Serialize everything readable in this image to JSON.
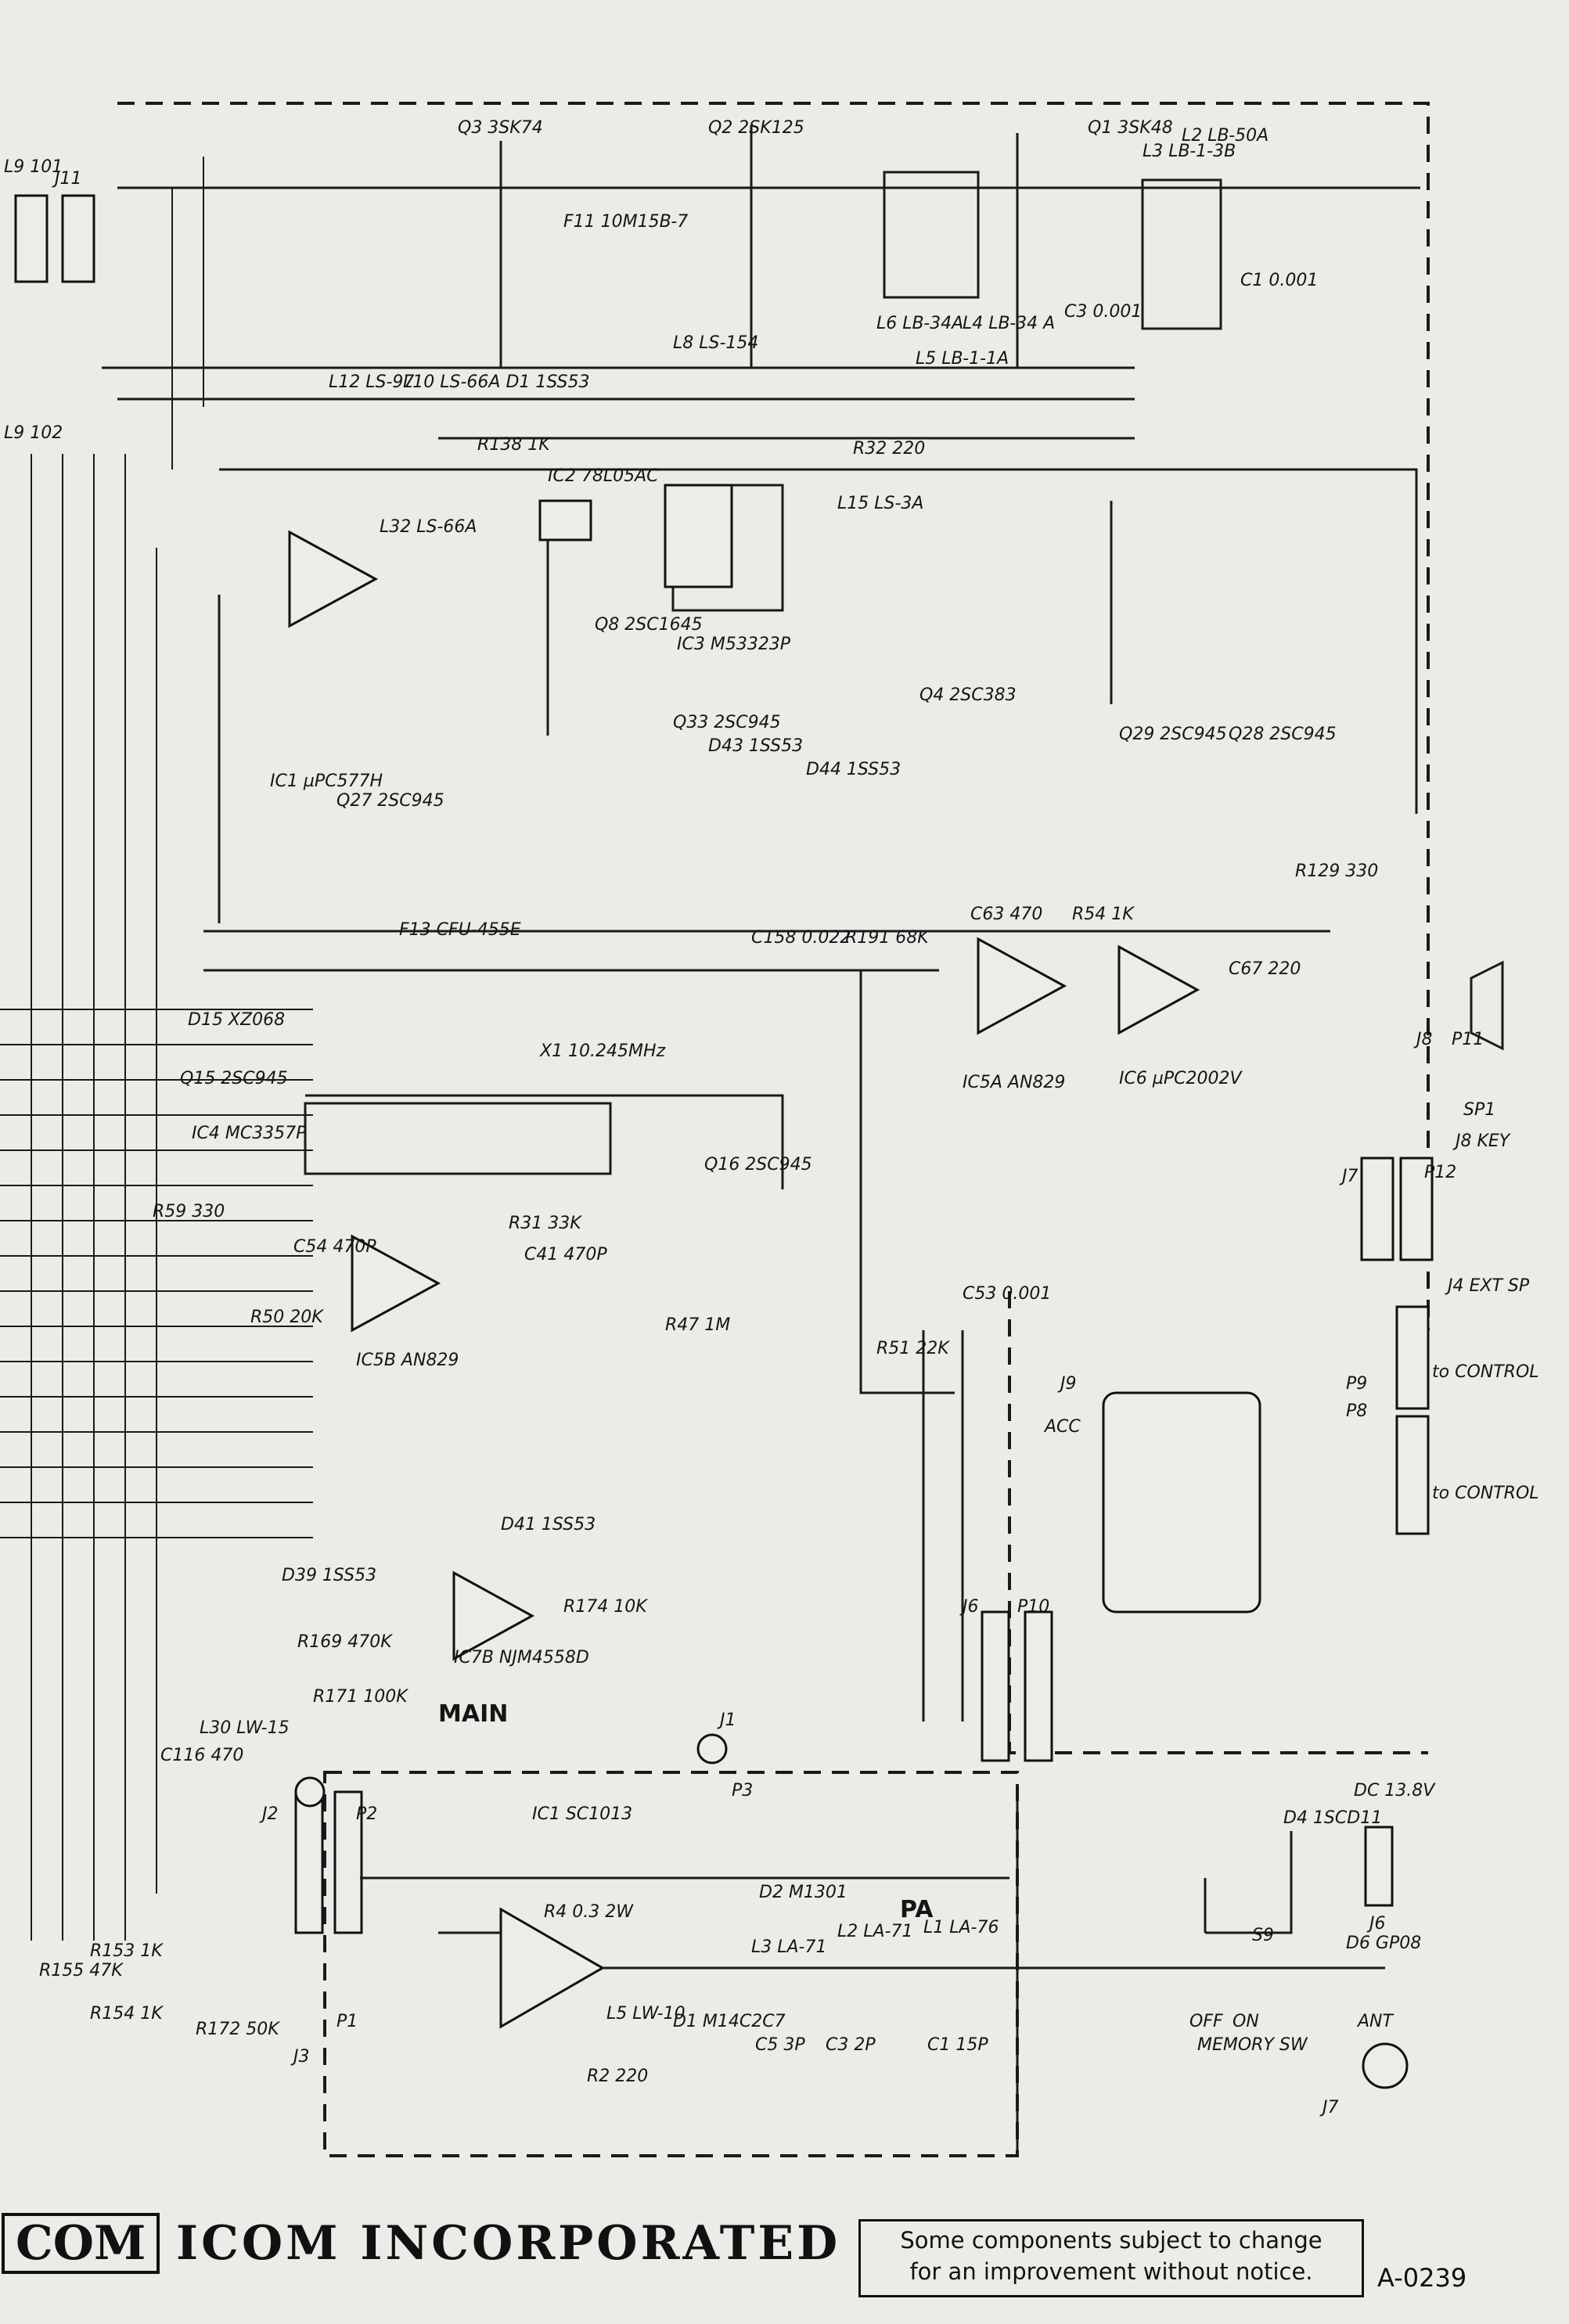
{
  "labels": [
    {
      "id": "q3",
      "text": "Q3 3SK74"
    },
    {
      "id": "q2",
      "text": "Q2 2SK125"
    },
    {
      "id": "q1",
      "text": "Q1 3SK48"
    },
    {
      "id": "l3",
      "text": "L3 LB-1-3B"
    },
    {
      "id": "l2",
      "text": "L2 LB-50A"
    },
    {
      "id": "f11",
      "text": "F11 10M15B-7"
    },
    {
      "id": "j11",
      "text": "J11"
    },
    {
      "id": "l9101",
      "text": "L9 101"
    },
    {
      "id": "l9102",
      "text": "L9 102"
    },
    {
      "id": "l12",
      "text": "L12 LS-97"
    },
    {
      "id": "l10",
      "text": "L10 LS-66A D1 1SS53"
    },
    {
      "id": "l8",
      "text": "L8 LS-154"
    },
    {
      "id": "l6",
      "text": "L6 LB-34A"
    },
    {
      "id": "l4",
      "text": "L4 LB-34 A"
    },
    {
      "id": "l5",
      "text": "L5 LB-1-1A"
    },
    {
      "id": "c1",
      "text": "C1 0.001"
    },
    {
      "id": "c3",
      "text": "C3 0.001"
    },
    {
      "id": "r138",
      "text": "R138 1K"
    },
    {
      "id": "r32",
      "text": "R32 220"
    },
    {
      "id": "ic2",
      "text": "IC2 78L05AC"
    },
    {
      "id": "l15",
      "text": "L15 LS-3A"
    },
    {
      "id": "ic3",
      "text": "IC3 M53323P"
    },
    {
      "id": "q8",
      "text": "Q8 2SC1645"
    },
    {
      "id": "q4",
      "text": "Q4 2SC383"
    },
    {
      "id": "l32",
      "text": "L32 LS-66A"
    },
    {
      "id": "ic1",
      "text": "IC1 µPC577H"
    },
    {
      "id": "q33",
      "text": "Q33 2SC945"
    },
    {
      "id": "d44",
      "text": "D44 1SS53"
    },
    {
      "id": "d43",
      "text": "D43 1SS53"
    },
    {
      "id": "q29",
      "text": "Q29 2SC945"
    },
    {
      "id": "q28",
      "text": "Q28 2SC945"
    },
    {
      "id": "q27",
      "text": "Q27 2SC945"
    },
    {
      "id": "r129",
      "text": "R129 330"
    },
    {
      "id": "f13",
      "text": "F13 CFU-455E"
    },
    {
      "id": "c158",
      "text": "C158 0.022"
    },
    {
      "id": "r191",
      "text": "R191 68K"
    },
    {
      "id": "c63",
      "text": "C63 470"
    },
    {
      "id": "r54",
      "text": "R54 1K"
    },
    {
      "id": "c67",
      "text": "C67 220"
    },
    {
      "id": "q15",
      "text": "Q15 2SC945"
    },
    {
      "id": "d15",
      "text": "D15 XZ068"
    },
    {
      "id": "ic4",
      "text": "IC4 MC3357P"
    },
    {
      "id": "x1",
      "text": "X1 10.245MHz"
    },
    {
      "id": "ic5a",
      "text": "IC5A AN829"
    },
    {
      "id": "ic6",
      "text": "IC6 µPC2002V"
    },
    {
      "id": "q16",
      "text": "Q16 2SC945"
    },
    {
      "id": "r59",
      "text": "R59 330"
    },
    {
      "id": "c54",
      "text": "C54 470P"
    },
    {
      "id": "r50",
      "text": "R50 20K"
    },
    {
      "id": "ic5b",
      "text": "IC5B AN829"
    },
    {
      "id": "c41",
      "text": "C41 470P"
    },
    {
      "id": "r31",
      "text": "R31 33K"
    },
    {
      "id": "r47",
      "text": "R47 1M"
    },
    {
      "id": "r51",
      "text": "R51 22K"
    },
    {
      "id": "c53",
      "text": "C53 0.001"
    },
    {
      "id": "j8",
      "text": "J8"
    },
    {
      "id": "p11",
      "text": "P11"
    },
    {
      "id": "sp1",
      "text": "SP1"
    },
    {
      "id": "j7a",
      "text": "J7"
    },
    {
      "id": "p12",
      "text": "P12"
    },
    {
      "id": "j8key",
      "text": "J8 KEY"
    },
    {
      "id": "j4",
      "text": "J4 EXT SP"
    },
    {
      "id": "j9",
      "text": "J9"
    },
    {
      "id": "acc",
      "text": "ACC"
    },
    {
      "id": "p9",
      "text": "P9"
    },
    {
      "id": "p8",
      "text": "P8"
    },
    {
      "id": "toc1",
      "text": "to CONTROL"
    },
    {
      "id": "toc2",
      "text": "to CONTROL"
    },
    {
      "id": "d41",
      "text": "D41 1SS53"
    },
    {
      "id": "d39",
      "text": "D39 1SS53"
    },
    {
      "id": "r169",
      "text": "R169 470K"
    },
    {
      "id": "ic7b",
      "text": "IC7B NJM4558D"
    },
    {
      "id": "r174",
      "text": "R174 10K"
    },
    {
      "id": "r171",
      "text": "R171 100K"
    },
    {
      "id": "main",
      "text": "MAIN"
    },
    {
      "id": "j6a",
      "text": "J6"
    },
    {
      "id": "p10",
      "text": "P10"
    },
    {
      "id": "j1",
      "text": "J1"
    },
    {
      "id": "p3",
      "text": "P3"
    },
    {
      "id": "j2",
      "text": "J2"
    },
    {
      "id": "p2",
      "text": "P2"
    },
    {
      "id": "c116",
      "text": "C116 470"
    },
    {
      "id": "l30",
      "text": "L30 LW-15"
    },
    {
      "id": "ic1pa",
      "text": "IC1 SC1013"
    },
    {
      "id": "r4",
      "text": "R4 0.3 2W"
    },
    {
      "id": "d2",
      "text": "D2 M1301"
    },
    {
      "id": "pa",
      "text": "PA"
    },
    {
      "id": "l3pa",
      "text": "L3 LA-71"
    },
    {
      "id": "l2pa",
      "text": "L2 LA-71"
    },
    {
      "id": "l1pa",
      "text": "L1 LA-76"
    },
    {
      "id": "d1",
      "text": "D1 M14C2C7"
    },
    {
      "id": "c5",
      "text": "C5 3P"
    },
    {
      "id": "c3pa",
      "text": "C3 2P"
    },
    {
      "id": "c1pa",
      "text": "C1 15P"
    },
    {
      "id": "l5pa",
      "text": "L5 LW-10"
    },
    {
      "id": "r2",
      "text": "R2 220"
    },
    {
      "id": "p1",
      "text": "P1"
    },
    {
      "id": "j3",
      "text": "J3"
    },
    {
      "id": "r153",
      "text": "R153 1K"
    },
    {
      "id": "r155",
      "text": "R155 47K"
    },
    {
      "id": "r154",
      "text": "R154 1K"
    },
    {
      "id": "r172",
      "text": "R172 50K"
    },
    {
      "id": "dc",
      "text": "DC 13.8V"
    },
    {
      "id": "j6b",
      "text": "J6"
    },
    {
      "id": "d4",
      "text": "D4 1SCD11"
    },
    {
      "id": "d6",
      "text": "D6 GP08"
    },
    {
      "id": "s9",
      "text": "S9"
    },
    {
      "id": "off",
      "text": "OFF"
    },
    {
      "id": "on",
      "text": "ON"
    },
    {
      "id": "mem",
      "text": "MEMORY SW"
    },
    {
      "id": "ant",
      "text": "ANT"
    },
    {
      "id": "j7b",
      "text": "J7"
    }
  ],
  "footer": {
    "logo": "COM",
    "company": "ICOM  INCORPORATED",
    "notice_line1": "Some components subject to change",
    "notice_line2": "for an improvement without notice.",
    "doc_number": "A-0239"
  }
}
